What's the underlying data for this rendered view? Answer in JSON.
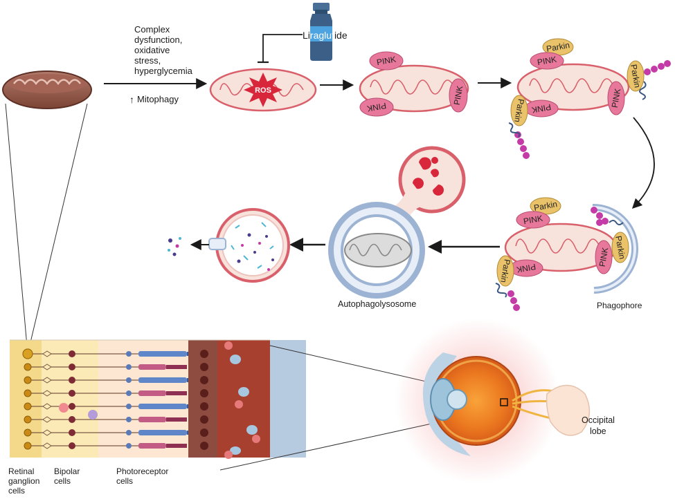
{
  "trigger": {
    "line1": "Complex",
    "line2": "dysfunction,",
    "line3": "oxidative",
    "line4": "stress,",
    "line5": "hyperglycemia"
  },
  "mitophagy_note": {
    "arrow": "↑",
    "label": "Mitophagy"
  },
  "drug": {
    "name_prefix": "Li",
    "name_highlight": "raglut",
    "name_suffix": "ide"
  },
  "ros_label": "ROS",
  "proteins": {
    "pink": "PINK",
    "parkin": "Parkin"
  },
  "stage_labels": {
    "phagophore": "Phagophore",
    "autophagolysosome": "Autophagolysosome"
  },
  "retina_labels": {
    "ganglion_1": "Retinal",
    "ganglion_2": "ganglion",
    "ganglion_3": "cells",
    "bipolar_1": "Bipolar",
    "bipolar_2": "cells",
    "photo_1": "Photoreceptor",
    "photo_2": "cells"
  },
  "brain_labels": {
    "line1": "Occipital",
    "line2": "lobe"
  },
  "colors": {
    "mito_outer": "#d9606b",
    "mito_fill": "#f7e3dc",
    "pink_protein": "#e8789b",
    "parkin_protein": "#e9c26a",
    "membrane_blue": "#9cb3d3",
    "arrow": "#1a1a1a",
    "ros": "#d8263a",
    "vial": "#3b5f86"
  }
}
